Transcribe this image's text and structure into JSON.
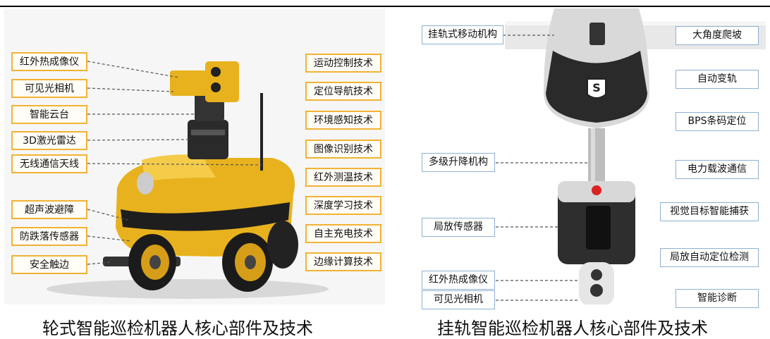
{
  "top_text": "",
  "left": {
    "callouts": [
      "红外热成像仪",
      "可见光相机",
      "智能云台",
      "3D激光雷达",
      "无线通信天线",
      "超声波避障",
      "防跌落传感器",
      "安全触边"
    ],
    "technologies": [
      "运动控制技术",
      "定位导航技术",
      "环境感知技术",
      "图像识别技术",
      "红外测温技术",
      "深度学习技术",
      "自主充电技术",
      "边缘计算技术"
    ],
    "caption": "轮式智能巡检机器人核心部件及技术"
  },
  "right": {
    "left_callouts": [
      "挂轨式移动机构",
      "多级升降机构",
      "局放传感器",
      "红外热成像仪",
      "可见光相机"
    ],
    "features": [
      "大角度爬坡",
      "自动变轨",
      "BPS条码定位",
      "电力载波通信",
      "视觉目标智能捕获",
      "局放自动定位检测",
      "智能诊断"
    ],
    "caption": "挂轨智能巡检机器人核心部件及技术",
    "logo_letter": "S"
  },
  "colors": {
    "robot_yellow": "#e8b21e",
    "robot_black": "#1e1e1e",
    "callout_border_yellow": "#f2b233",
    "callout_border_blue": "#8eb0d3"
  }
}
